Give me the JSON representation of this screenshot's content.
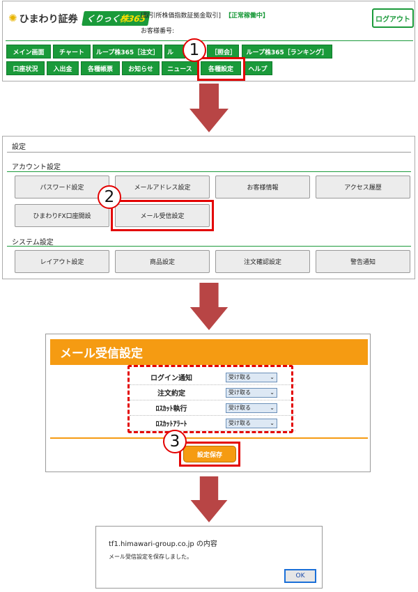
{
  "panel1": {
    "brand": "ひまわり証券",
    "badge_prefix": "くりっく",
    "badge_main": "株365",
    "header_line1": "[取引所株価指数証拠金取引]",
    "status": "【正常稼働中】",
    "header_line2": "お客様番号:",
    "logout": "ログアウト",
    "nav_row1": [
      "メイン画面",
      "チャート",
      "ループ株365［注文］",
      "ル",
      "［照会］",
      "ループ株365［ランキング］"
    ],
    "nav_row2": [
      "口座状況",
      "入出金",
      "各種帳票",
      "お知らせ",
      "ニュース",
      "各種設定",
      "ヘルプ"
    ],
    "step": "1"
  },
  "panel2": {
    "title": "設定",
    "account_heading": "アカウント設定",
    "account_buttons": [
      "パスワード設定",
      "メールアドレス設定",
      "お客様情報",
      "アクセス履歴",
      "ひまわりFX口座開設",
      "メール受信設定"
    ],
    "system_heading": "システム設定",
    "system_buttons": [
      "レイアウト設定",
      "商品設定",
      "注文確認設定",
      "警告通知"
    ],
    "step": "2"
  },
  "panel3": {
    "title": "メール受信設定",
    "rows": [
      {
        "label": "ログイン通知",
        "value": "受け取る"
      },
      {
        "label": "注文約定",
        "value": "受け取る"
      },
      {
        "label": "ﾛｽｶｯﾄ執行",
        "value": "受け取る"
      },
      {
        "label": "ﾛｽｶｯﾄｱﾗｰﾄ",
        "value": "受け取る"
      }
    ],
    "save": "設定保存",
    "step": "3"
  },
  "panel4": {
    "line1": "tf1.himawari-group.co.jp の内容",
    "line2": "メール受信設定を保存しました。",
    "ok": "OK"
  },
  "colors": {
    "green": "#1a9a3a",
    "red": "#e30000",
    "orange": "#f59b12",
    "arrow": "#b84545"
  }
}
